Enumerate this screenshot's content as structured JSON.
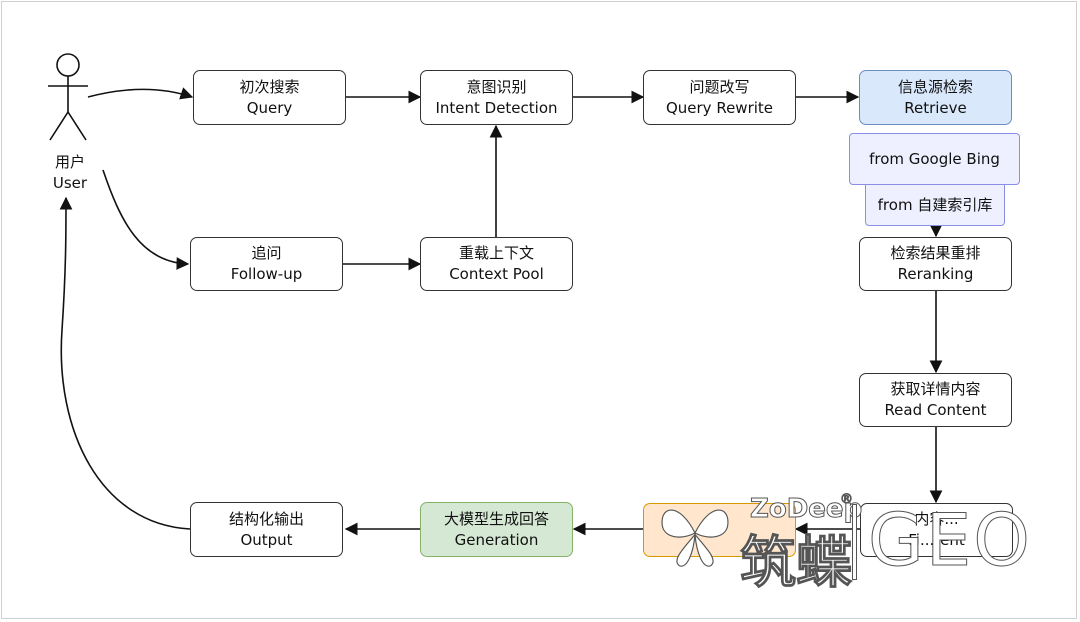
{
  "user": {
    "zh": "用户",
    "en": "User"
  },
  "nodes": {
    "query": {
      "zh": "初次搜索",
      "en": "Query"
    },
    "intent": {
      "zh": "意图识别",
      "en": "Intent Detection"
    },
    "rewrite": {
      "zh": "问题改写",
      "en": "Query Rewrite"
    },
    "retrieve": {
      "zh": "信息源检索",
      "en": "Retrieve"
    },
    "source_google": "from Google Bing",
    "source_index": "from 自建索引库",
    "rerank": {
      "zh": "检索结果重排",
      "en": "Reranking"
    },
    "read": {
      "zh": "获取详情内容",
      "en": "Read Content"
    },
    "filter": {
      "zh": "内容...",
      "en": "Fi...tent"
    },
    "generation": {
      "zh": "大模型生成回答",
      "en": "Generation"
    },
    "output": {
      "zh": "结构化输出",
      "en": "Output"
    },
    "followup": {
      "zh": "追问",
      "en": "Follow-up"
    },
    "context": {
      "zh": "重载上下文",
      "en": "Context Pool"
    }
  },
  "watermark": {
    "brand": "ZoDeep",
    "registered": "®",
    "cn": "筑蝶",
    "product": "GEO"
  },
  "colors": {
    "retrieve": "#dae8fc",
    "generation": "#d5e8d4",
    "occluded": "#ffe6cc",
    "source": "#eef0ff"
  }
}
